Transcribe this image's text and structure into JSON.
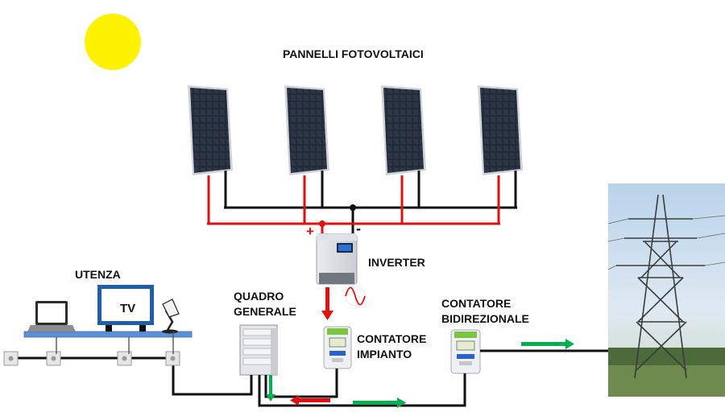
{
  "labels": {
    "panels_title": "PANNELLI FOTOVOLTAICI",
    "inverter": "INVERTER",
    "utenza": "UTENZA",
    "tv": "TV",
    "quadro_line1": "QUADRO",
    "quadro_line2": "GENERALE",
    "contatore_impianto_line1": "CONTATORE",
    "contatore_impianto_line2": "IMPIANTO",
    "contatore_bidir_line1": "CONTATORE",
    "contatore_bidir_line2": "BIDIREZIONALE",
    "plus": "+",
    "minus": "-"
  },
  "colors": {
    "sun": "#FFF200",
    "positive_wire": "#E01010",
    "negative_wire": "#111111",
    "export_arrow": "#00B050",
    "import_arrow": "#E01010",
    "tv_frame": "#1F5FA8",
    "shelf": "#5B8FD6",
    "panel_cell": "#1d2430",
    "sky": "#cfe0ef"
  },
  "icons": {
    "sun": "sun-icon",
    "panel": "solar-panel-icon",
    "inverter": "inverter-icon",
    "ac_wave": "sine-wave-icon",
    "meter": "meter-icon",
    "pylon": "power-pylon-icon",
    "laptop": "laptop-icon",
    "tv": "tv-icon",
    "lamp": "desk-lamp-icon",
    "socket": "wall-socket-icon",
    "breaker_panel": "breaker-panel-icon"
  }
}
